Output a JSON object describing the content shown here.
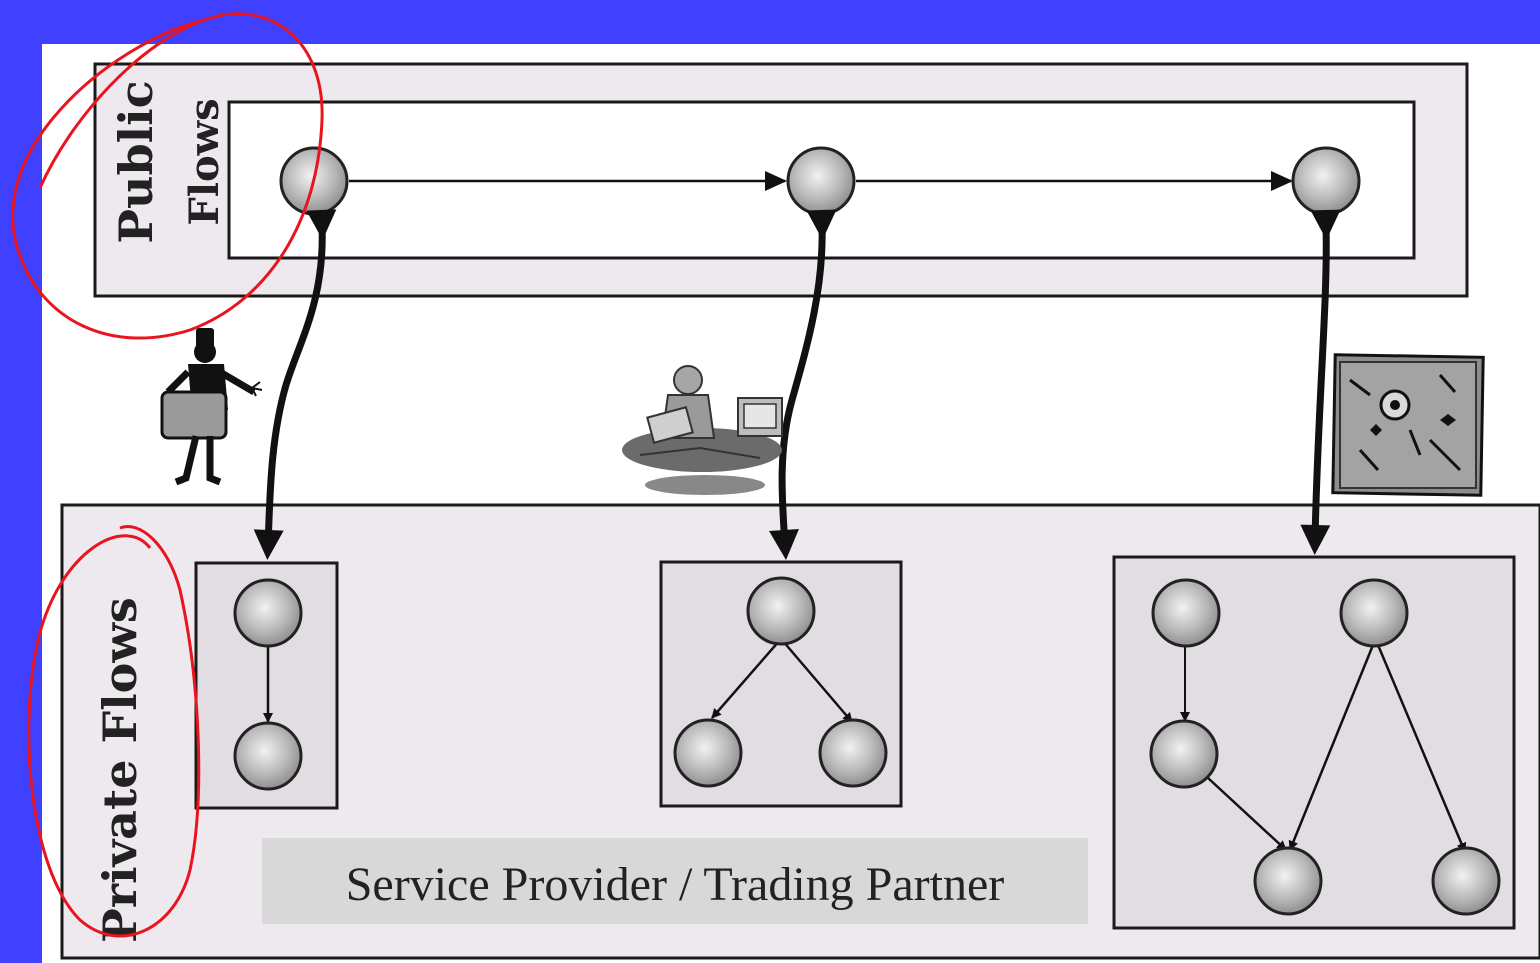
{
  "public_section": {
    "label_line1": "Public",
    "label_line2": "Flows"
  },
  "private_section": {
    "label": "Private Flows"
  },
  "caption": "Service Provider / Trading Partner",
  "colors": {
    "slide_background": "#4040ff",
    "panel": "#ffffff",
    "region_fill": "#eee9ee",
    "subgroup_fill": "#e2dde2",
    "caption_fill": "#d8d8d8",
    "annotation": "#e8141e"
  },
  "clipart": [
    "walking-person-with-briefcase",
    "person-at-desk-with-computer",
    "map-icon"
  ]
}
